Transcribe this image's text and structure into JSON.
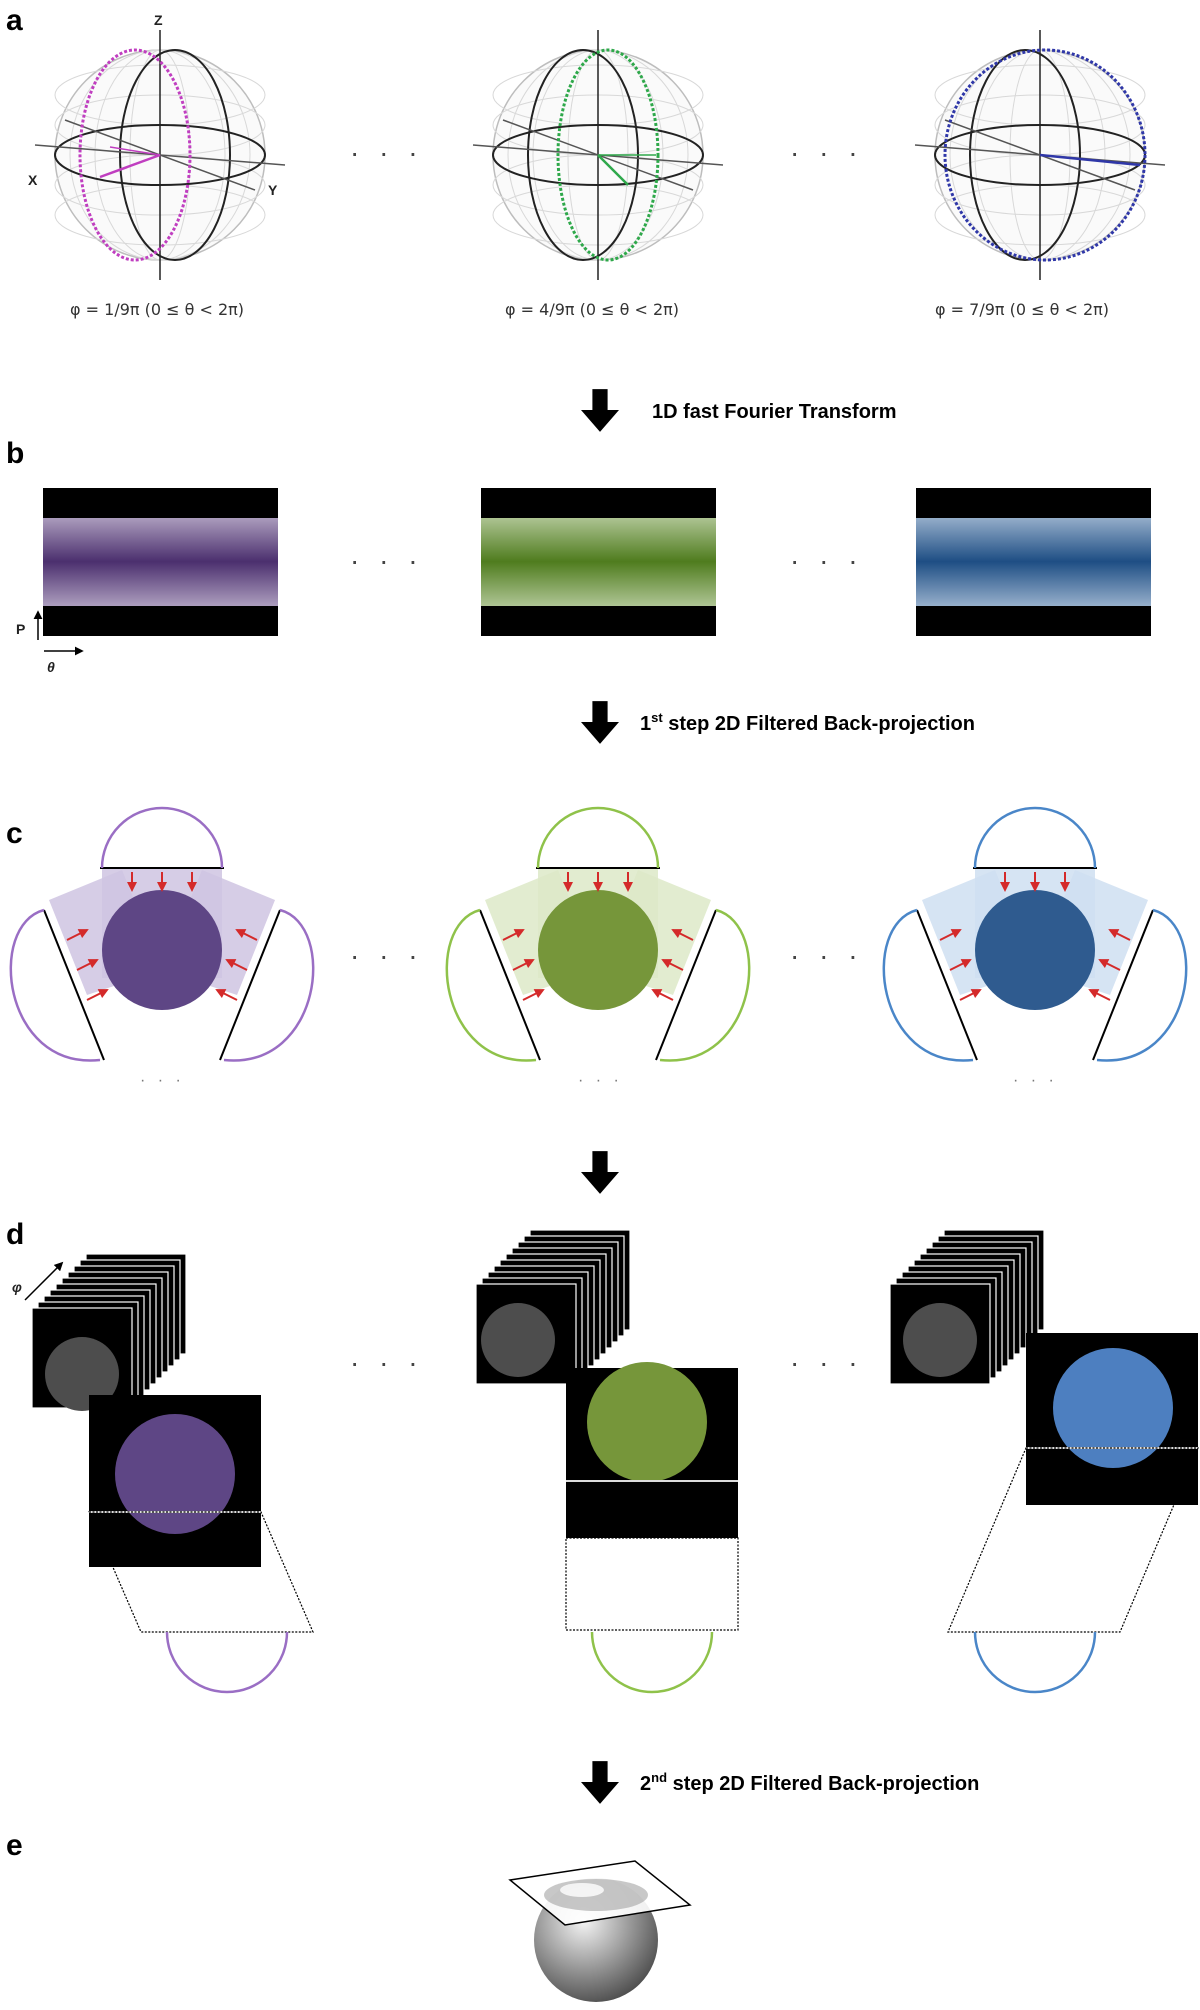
{
  "panels": {
    "a": {
      "letter": "a"
    },
    "b": {
      "letter": "b"
    },
    "c": {
      "letter": "c"
    },
    "d": {
      "letter": "d"
    },
    "e": {
      "letter": "e"
    }
  },
  "spheres": [
    {
      "phi_label": "φ = 1/9π  (0 ≤ θ < 2π)",
      "color": "#c03ec0"
    },
    {
      "phi_label": "φ = 4/9π  (0 ≤ θ < 2π)",
      "color": "#2ea84a"
    },
    {
      "phi_label": "φ = 7/9π  (0 ≤ θ < 2π)",
      "color": "#2f37a8"
    }
  ],
  "axes": {
    "z": "Z",
    "x": "X",
    "y": "Y",
    "p": "P",
    "theta": "θ",
    "phi": "φ"
  },
  "ellipsis": "· · ·",
  "small_ellipsis": "· · ·",
  "steps": {
    "fft": {
      "label": "1D fast Fourier Transform"
    },
    "first": {
      "pre": "1",
      "sup": "st",
      "post": " step 2D Filtered Back-projection"
    },
    "second": {
      "pre": "2",
      "sup": "nd",
      "post": " step 2D Filtered Back-projection"
    }
  },
  "colors": {
    "purple": "#5b4383",
    "purple_light": "#d8d0e8",
    "purple_line": "#9a6ec4",
    "green": "#6e8c35",
    "green_light": "#e0ebcd",
    "green_line": "#8fc24a",
    "blue": "#315f94",
    "blue_light": "#d4e2f2",
    "blue_line": "#4a86c8",
    "red_arrow": "#d42a2a",
    "disk_blue": "#4d7fc0",
    "disk_green": "#76963a",
    "disk_purple": "#5e4685"
  }
}
